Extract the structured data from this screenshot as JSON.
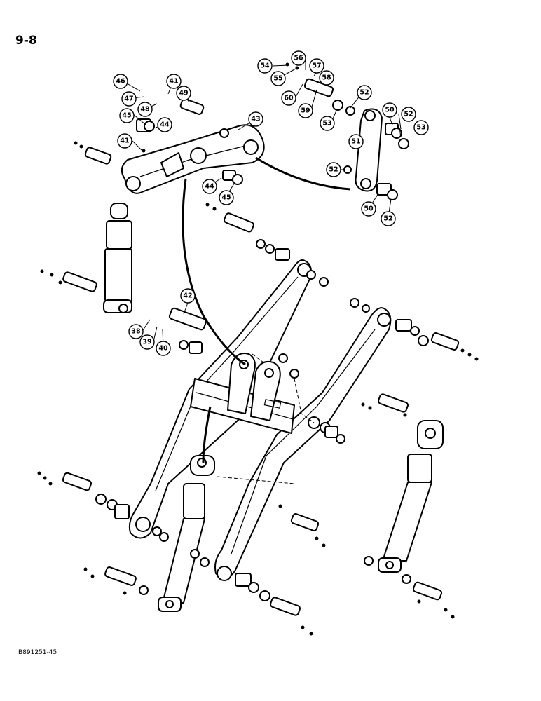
{
  "page": {
    "number": "9-8",
    "drawing_code": "B891251-45"
  },
  "callouts": [
    "38",
    "39",
    "40",
    "41",
    "41",
    "42",
    "43",
    "44",
    "44",
    "45",
    "45",
    "46",
    "47",
    "48",
    "49",
    "50",
    "50",
    "51",
    "52",
    "52",
    "52",
    "52",
    "53",
    "53",
    "54",
    "55",
    "56",
    "57",
    "58",
    "59",
    "60"
  ]
}
